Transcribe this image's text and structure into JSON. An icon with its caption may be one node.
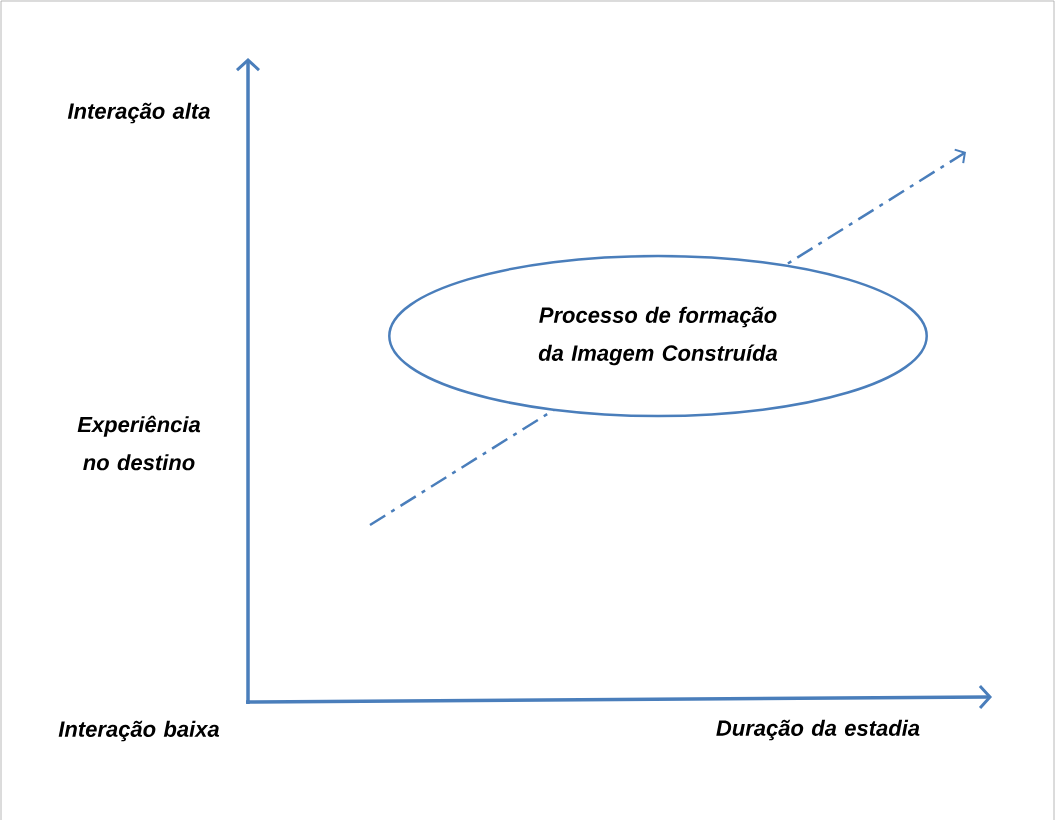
{
  "diagram": {
    "nodes": [
      {
        "text": [
          "Processo de formação da Imagem Construída"
        ]
      }
    ],
    "labels": [
      "Interação alta",
      "Experiência no destino",
      "Interação baixa",
      "Duração da estadia"
    ]
  }
}
